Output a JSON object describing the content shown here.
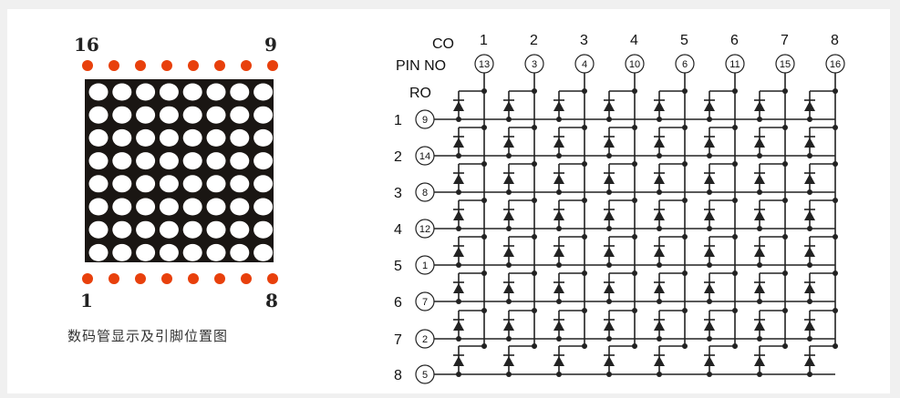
{
  "matrix": {
    "top_left_pin": "16",
    "top_right_pin": "9",
    "bottom_left_pin": "1",
    "bottom_right_pin": "8",
    "caption": "数码管显示及引脚位置图",
    "pin_color": "#e8400c",
    "rows": 8,
    "cols": 8
  },
  "schematic": {
    "co_label": "CO",
    "pin_no_label": "PIN NO",
    "ro_label": "RO",
    "columns": [
      {
        "num": "1",
        "pin": "13"
      },
      {
        "num": "2",
        "pin": "3"
      },
      {
        "num": "3",
        "pin": "4"
      },
      {
        "num": "4",
        "pin": "10"
      },
      {
        "num": "5",
        "pin": "6"
      },
      {
        "num": "6",
        "pin": "11"
      },
      {
        "num": "7",
        "pin": "15"
      },
      {
        "num": "8",
        "pin": "16"
      }
    ],
    "rows": [
      {
        "num": "1",
        "pin": "9"
      },
      {
        "num": "2",
        "pin": "14"
      },
      {
        "num": "3",
        "pin": "8"
      },
      {
        "num": "4",
        "pin": "12"
      },
      {
        "num": "5",
        "pin": "1"
      },
      {
        "num": "6",
        "pin": "7"
      },
      {
        "num": "7",
        "pin": "2"
      },
      {
        "num": "8",
        "pin": "5"
      }
    ]
  }
}
